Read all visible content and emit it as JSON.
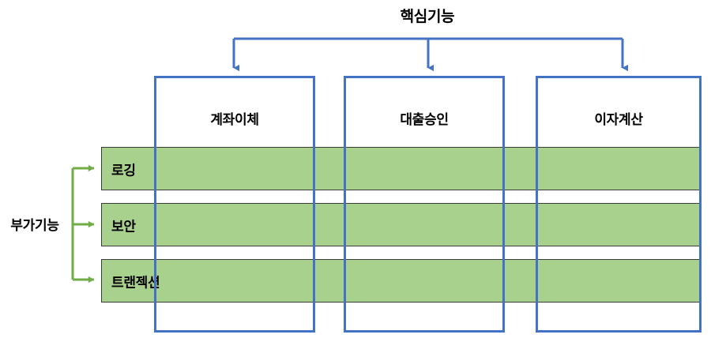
{
  "diagram": {
    "title": "핵심기능",
    "side_label": "부가기능",
    "colors": {
      "core_border": "#4472C4",
      "aspect_fill": "#A9D18E",
      "aspect_border": "#3B3B3B",
      "aspect_arrow": "#70AD47",
      "text": "#000000",
      "background": "#FFFFFF"
    },
    "core_functions": [
      {
        "label": "계좌이체"
      },
      {
        "label": "대출승인"
      },
      {
        "label": "이자계산"
      }
    ],
    "aspects": [
      {
        "label": "로깅"
      },
      {
        "label": "보안"
      },
      {
        "label": "트랜젝션"
      }
    ]
  }
}
